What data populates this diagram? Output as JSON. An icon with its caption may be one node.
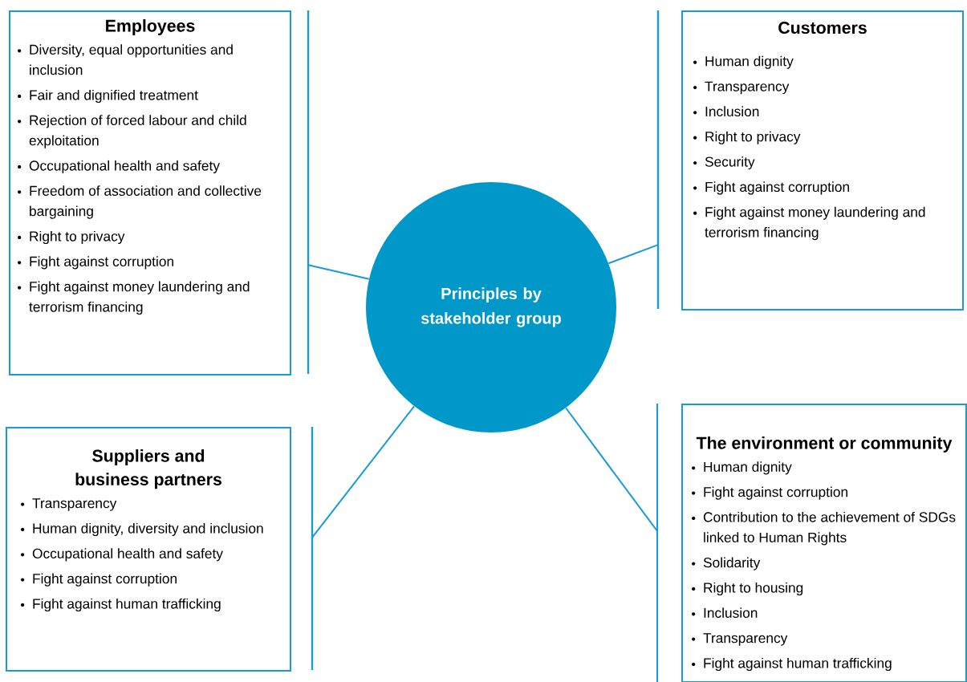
{
  "diagram": {
    "nodes": [
      {
        "text": [
          "Employees",
          "Diversity, equal opportunities and inclusion",
          "Fair and dignified treatment",
          "Rejection of forced labour and child exploitation",
          "Occupational health and safety",
          "Freedom of association and collective bargaining",
          "Right to privacy",
          "Fight against corruption",
          "Fight against money laundering and terrorism financing"
        ]
      },
      {
        "text": [],
        "shape": "bar"
      },
      {
        "text": [],
        "shape": "bar"
      },
      {
        "text": [
          "Customers",
          "Human dignity",
          "Transparency",
          "Inclusion",
          "Right to privacy",
          "Security",
          "Fight against corruption",
          "Fight against money laundering and terrorism financing"
        ]
      },
      {
        "text": [
          "Principles by stakeholder group"
        ]
      },
      {
        "text": [
          "Suppliers and business partners",
          "Transparency",
          "Human dignity, diversity and inclusion",
          "Occupational health and safety",
          "Fight against corruption",
          "Fight against human trafficking"
        ]
      },
      {
        "text": [],
        "shape": "bar"
      },
      {
        "text": [],
        "shape": "bar"
      },
      {
        "text": [
          "The environment or community",
          "Human dignity",
          "Fight against corruption",
          "Contribution to the achievement of SDGs linked to Human Rights",
          "Solidarity",
          "Right to housing",
          "Inclusion",
          "Transparency",
          "Fight against human trafficking"
        ]
      }
    ],
    "edges": [
      {
        "from": 4,
        "to": 1,
        "arrow": "none"
      },
      {
        "from": 4,
        "to": 2,
        "arrow": "none"
      },
      {
        "from": 4,
        "to": 6,
        "arrow": "none"
      },
      {
        "from": 4,
        "to": 7,
        "arrow": "none"
      }
    ]
  }
}
